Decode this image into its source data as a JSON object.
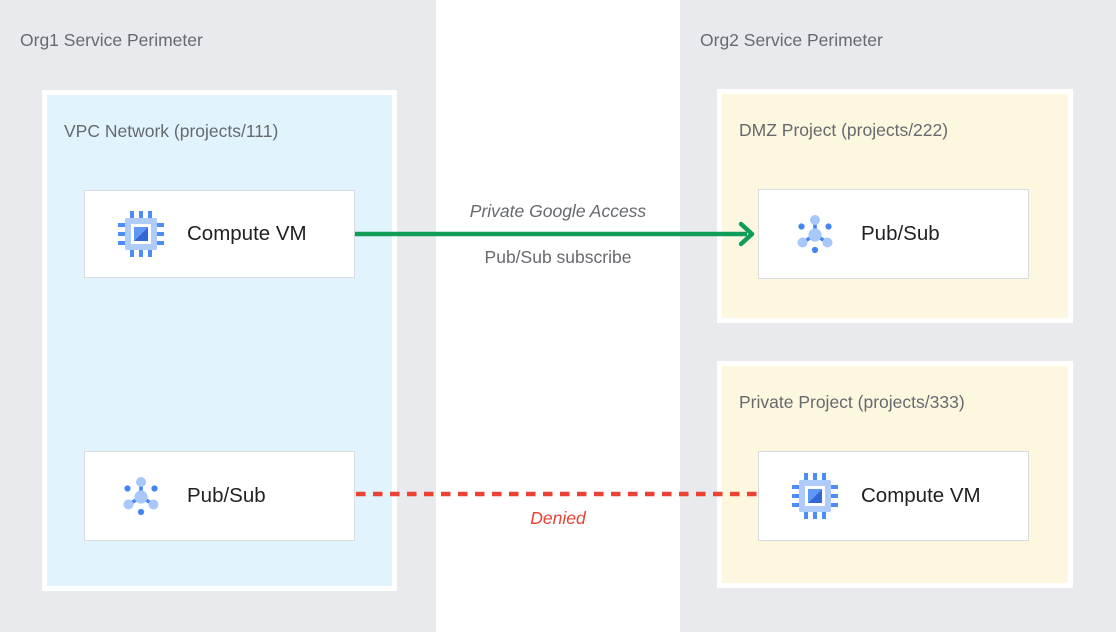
{
  "org1": {
    "title": "Org1 Service Perimeter",
    "vpc": {
      "label": "VPC Network (projects/111)",
      "compute": {
        "label": "Compute VM",
        "icon": "compute-engine-icon"
      },
      "pubsub": {
        "label": "Pub/Sub",
        "icon": "pubsub-icon"
      }
    }
  },
  "org2": {
    "title": "Org2 Service Perimeter",
    "dmz": {
      "label": "DMZ Project (projects/222)",
      "pubsub": {
        "label": "Pub/Sub",
        "icon": "pubsub-icon"
      }
    },
    "private": {
      "label": "Private Project (projects/333)",
      "compute": {
        "label": "Compute VM",
        "icon": "compute-engine-icon"
      }
    }
  },
  "connections": {
    "allowed": {
      "title": "Private Google Access",
      "subtitle": "Pub/Sub subscribe",
      "from": "org1-compute-vm",
      "to": "org2-dmz-pubsub",
      "style": "solid-arrow",
      "color": "#0F9D58"
    },
    "denied": {
      "label": "Denied",
      "from": "org1-pubsub",
      "to": "org2-private-compute-vm",
      "style": "dashed",
      "color": "#EA4335"
    }
  },
  "colors": {
    "panel_bg": "#E8EAED",
    "vpc_bg": "#E1F4FD",
    "project_bg": "#FEF7E0",
    "node_bg": "#FFFFFF",
    "node_border": "#D9DBDE",
    "heading_text": "#66696E",
    "node_text": "#202124",
    "allowed_green": "#0F9D58",
    "denied_red": "#EA4335",
    "icon_blue": "#4285F4",
    "icon_light_blue": "#A8C7FA"
  }
}
